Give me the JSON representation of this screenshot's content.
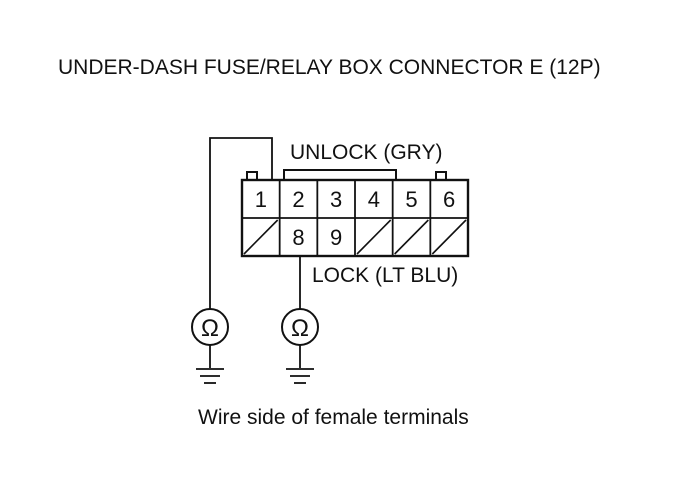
{
  "title": "UNDER-DASH FUSE/RELAY BOX CONNECTOR E (12P)",
  "unlock_label": "UNLOCK (GRY)",
  "lock_label": "LOCK (LT BLU)",
  "caption": "Wire side of female terminals",
  "ohm_symbol": "Ω",
  "connector": {
    "top_row": [
      {
        "pin": "1"
      },
      {
        "pin": "2"
      },
      {
        "pin": "3"
      },
      {
        "pin": "4"
      },
      {
        "pin": "5"
      },
      {
        "pin": "6"
      }
    ],
    "bottom_row": [
      {
        "pin": "",
        "empty": true
      },
      {
        "pin": "8"
      },
      {
        "pin": "9"
      },
      {
        "pin": "",
        "empty": true
      },
      {
        "pin": "",
        "empty": true
      },
      {
        "pin": "",
        "empty": true
      }
    ]
  },
  "meters": [
    {
      "name": "ohmmeter-left",
      "connects_to": "1"
    },
    {
      "name": "ohmmeter-right",
      "connects_to": "8"
    }
  ]
}
